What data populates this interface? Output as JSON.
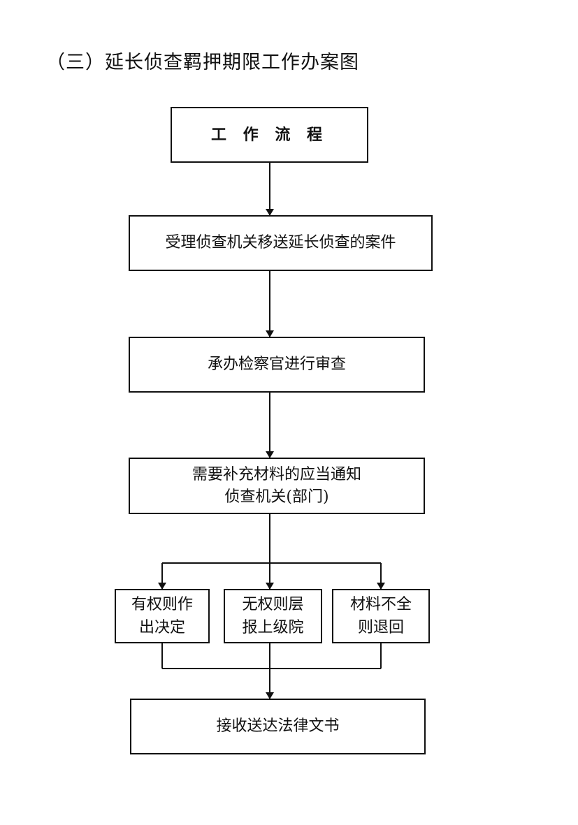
{
  "title": "（三）延长侦查羁押期限工作办案图",
  "flow": {
    "header": "工 作 流 程",
    "step1": "受理侦查机关移送延长侦查的案件",
    "step2": "承办检察官进行审查",
    "step3": {
      "line1": "需要补充材料的应当通知",
      "line2": "侦查机关(部门)"
    },
    "branches": [
      {
        "line1": "有权则作",
        "line2": "出决定"
      },
      {
        "line1": "无权则层",
        "line2": "报上级院"
      },
      {
        "line1": "材料不全",
        "line2": "则退回"
      }
    ],
    "final": "接收送达法律文书"
  }
}
